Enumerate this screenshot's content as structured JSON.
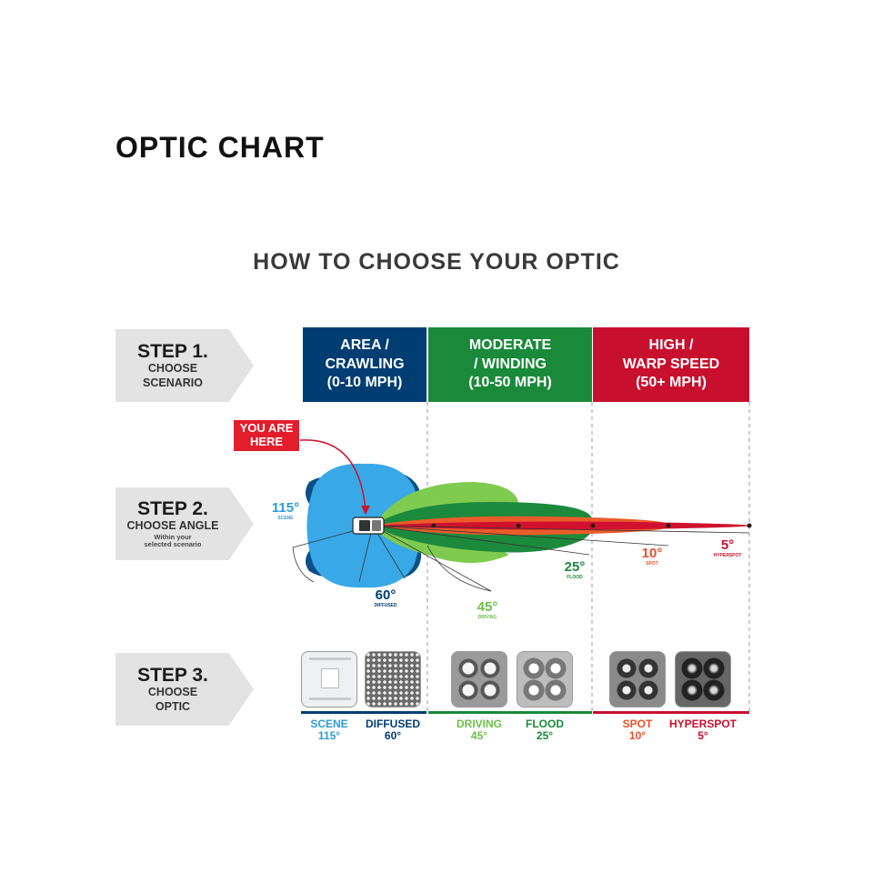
{
  "page_title": "OPTIC CHART",
  "subtitle": "HOW TO CHOOSE YOUR OPTIC",
  "steps": [
    {
      "title": "STEP 1.",
      "line1": "CHOOSE",
      "line2": "SCENARIO"
    },
    {
      "title": "STEP 2.",
      "line1": "CHOOSE ANGLE",
      "note1": "Within your",
      "note2": "selected scenario"
    },
    {
      "title": "STEP 3.",
      "line1": "CHOOSE",
      "line2": "OPTIC"
    }
  ],
  "scenarios": [
    {
      "line1": "AREA /",
      "line2": "CRAWLING",
      "line3": "(0-10 MPH)",
      "color": "#003d73"
    },
    {
      "line1": "MODERATE",
      "line2": "/ WINDING",
      "line3": "(10-50 MPH)",
      "color": "#1a8a3a"
    },
    {
      "line1": "HIGH /",
      "line2": "WARP SPEED",
      "line3": "(50+ MPH)",
      "color": "#c8102e"
    }
  ],
  "you_are_here": {
    "line1": "YOU ARE",
    "line2": "HERE",
    "color": "#e31d2b"
  },
  "angles": [
    {
      "value": "115°",
      "name": "SCENE",
      "color": "#2f9bd9"
    },
    {
      "value": "60°",
      "name": "DIFFUSED",
      "color": "#003d73"
    },
    {
      "value": "45°",
      "name": "DRIVING",
      "color": "#6cbf4a"
    },
    {
      "value": "25°",
      "name": "FLOOD",
      "color": "#1a8a3a"
    },
    {
      "value": "10°",
      "name": "SPOT",
      "color": "#e8502a"
    },
    {
      "value": "5°",
      "name": "HYPERSPOT",
      "color": "#c8102e"
    }
  ],
  "optics": [
    {
      "name": "SCENE",
      "angle": "115°",
      "color": "#2f9bd9"
    },
    {
      "name": "DIFFUSED",
      "angle": "60°",
      "color": "#003d73"
    },
    {
      "name": "DRIVING",
      "angle": "45°",
      "color": "#6cbf4a"
    },
    {
      "name": "FLOOD",
      "angle": "25°",
      "color": "#1a8a3a"
    },
    {
      "name": "SPOT",
      "angle": "10°",
      "color": "#e8502a"
    },
    {
      "name": "HYPERSPOT",
      "angle": "5°",
      "color": "#c8102e"
    }
  ]
}
